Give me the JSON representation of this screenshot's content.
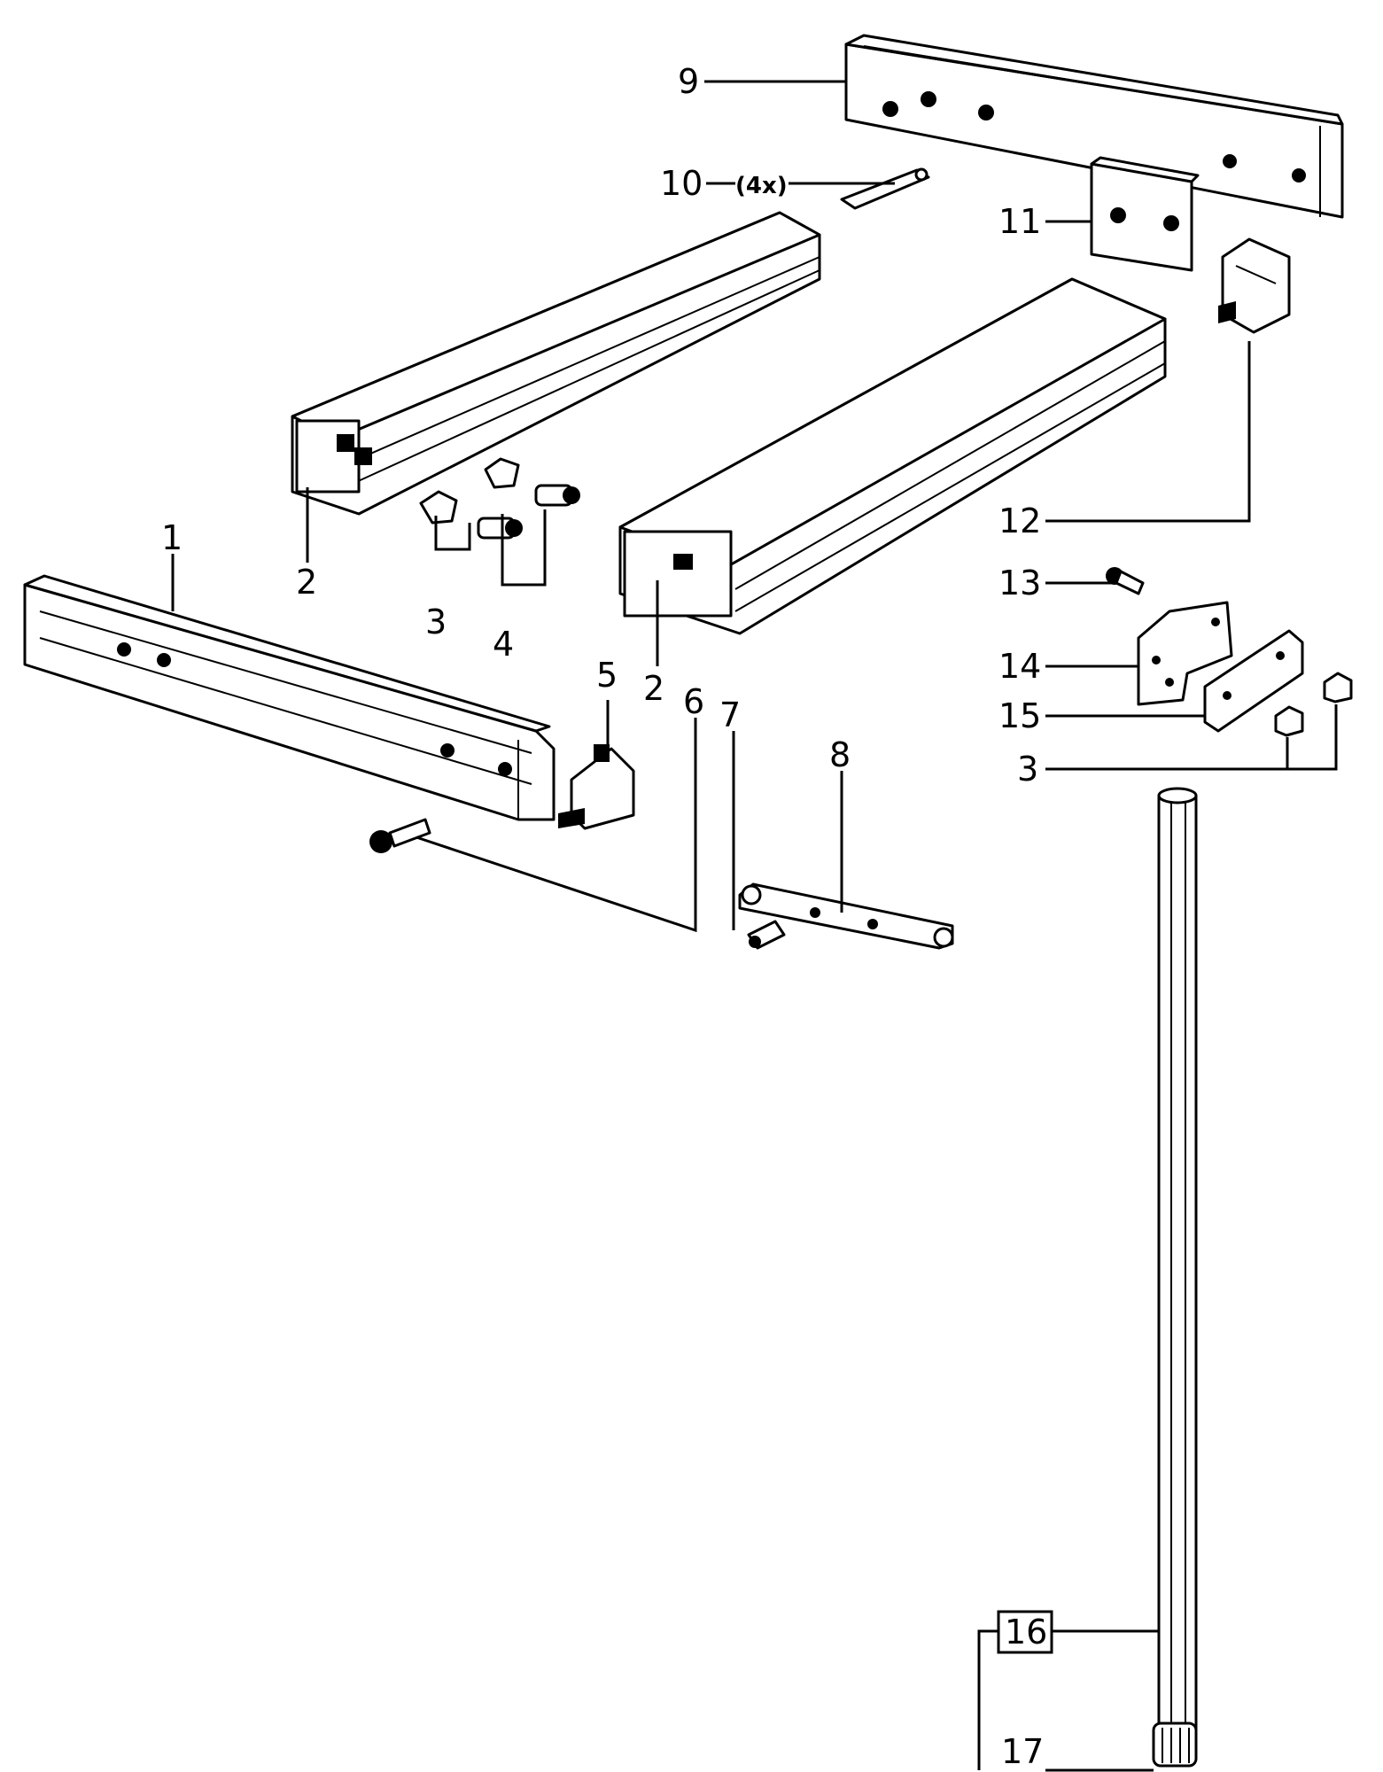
{
  "callouts": {
    "p1": "1",
    "p2a": "2",
    "p2b": "2",
    "p3a": "3",
    "p3b": "3",
    "p4": "4",
    "p5": "5",
    "p6": "6",
    "p7": "7",
    "p8": "8",
    "p9": "9",
    "p10": "10",
    "p10_qty": "(4x)",
    "p11": "11",
    "p12": "12",
    "p13": "13",
    "p14": "14",
    "p15": "15",
    "p16": "16",
    "p17": "17"
  }
}
